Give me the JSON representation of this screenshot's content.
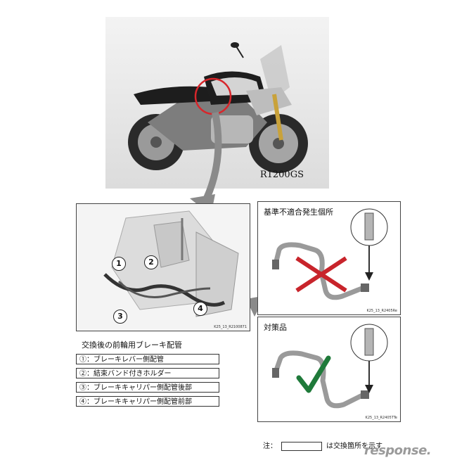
{
  "photo": {
    "model_label": "R1200GS"
  },
  "diagram": {
    "callouts": [
      "1",
      "2",
      "3",
      "4"
    ],
    "ref_code": "K25_13_R2100871"
  },
  "panel_bad": {
    "title": "基準不適合発生個所",
    "ref_code": "K25_13_R2405Re"
  },
  "panel_good": {
    "title": "対策品",
    "ref_code": "K25_13_R2405TTe"
  },
  "legend": {
    "title": "交換後の前輪用ブレーキ配管",
    "items": [
      "①：ブレーキレバー側配管",
      "②：結束バンド付きホルダー",
      "③：ブレーキキャリパー側配管後部",
      "④：ブレーキキャリパー側配管前部"
    ]
  },
  "note": {
    "prefix": "注：",
    "suffix": "は交換箇所を示す"
  },
  "watermark": "response.",
  "colors": {
    "highlight_circle": "#d8262b",
    "cross": "#c8242b",
    "check": "#1f7a3a",
    "arrow": "#8a8a8a"
  }
}
